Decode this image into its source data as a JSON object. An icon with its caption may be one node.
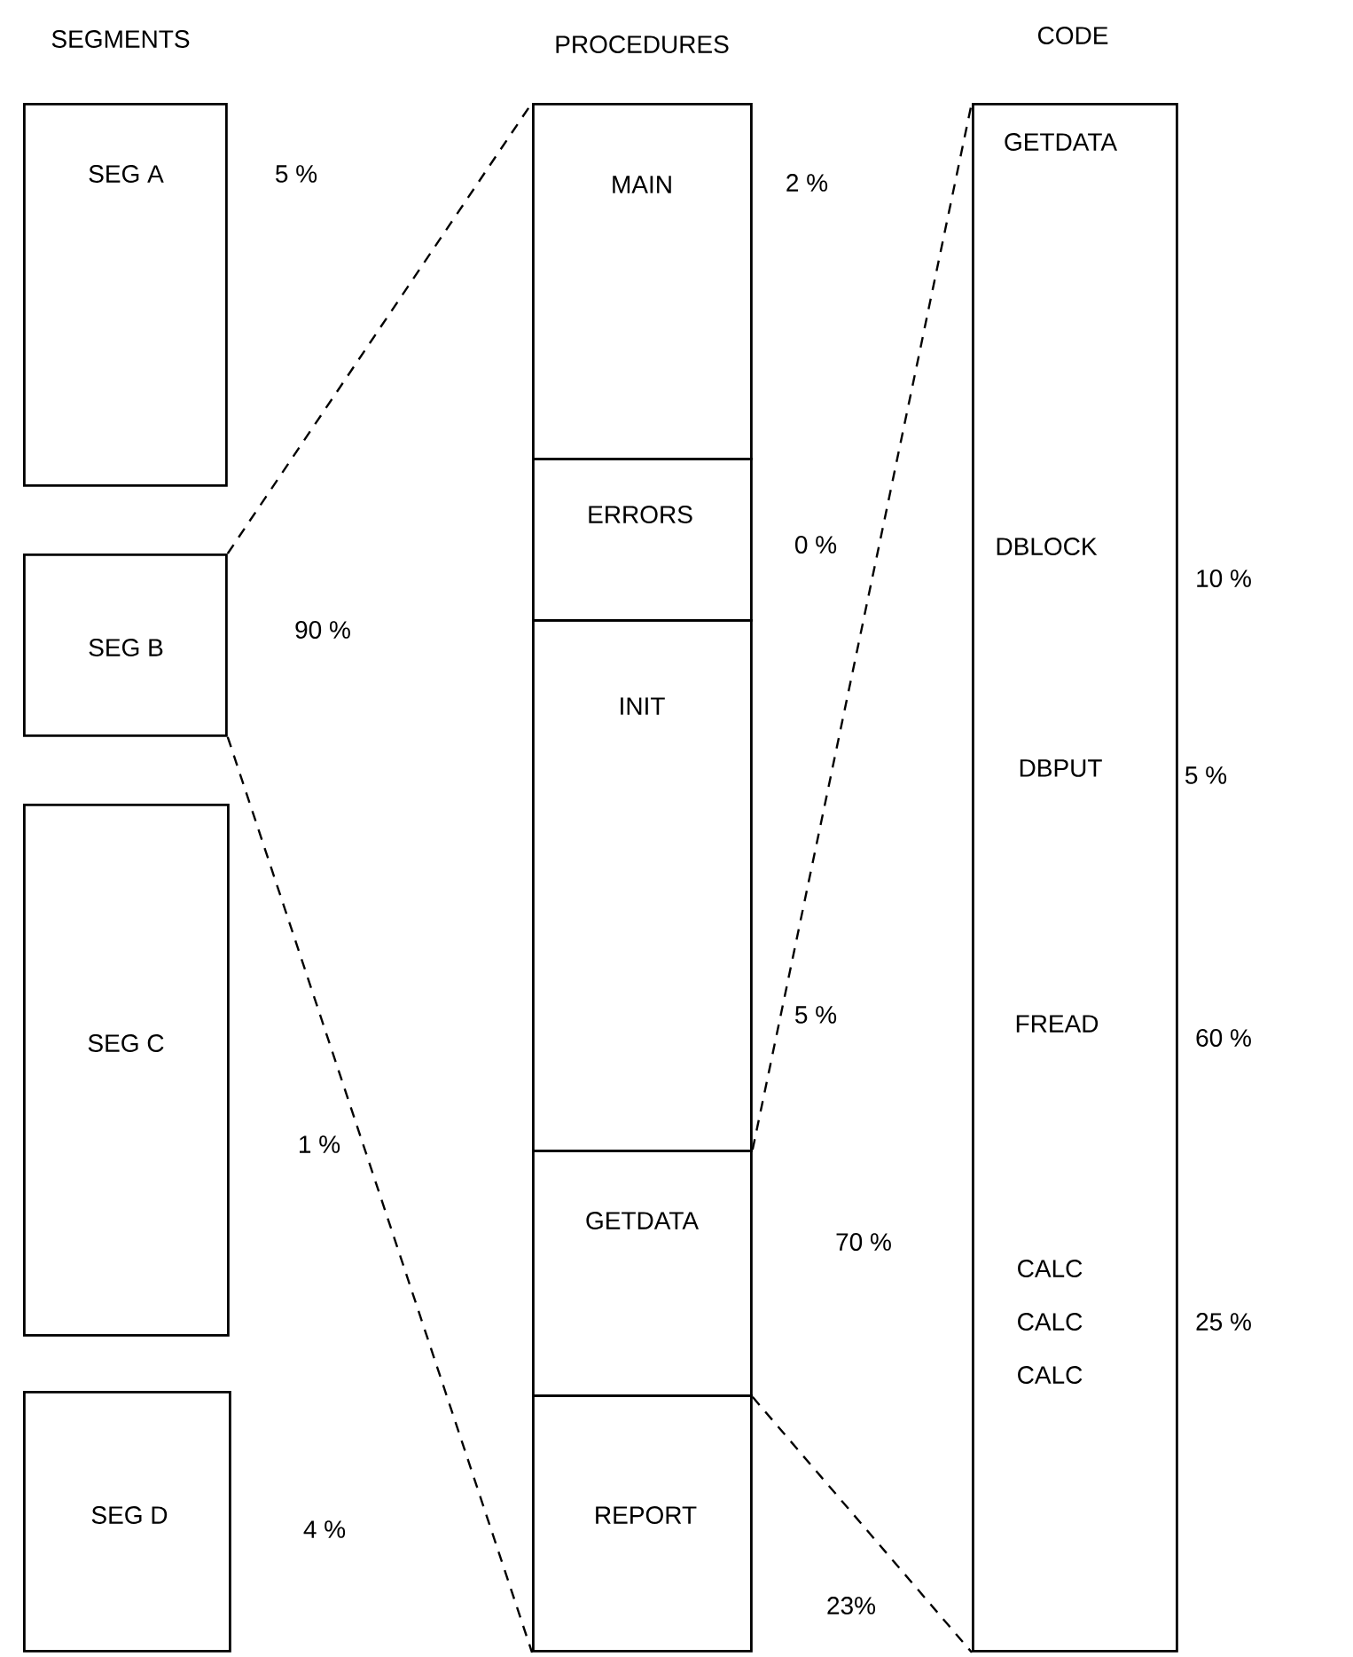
{
  "diagram": {
    "nodes": [
      {
        "text": [
          "SEG A"
        ],
        "beside": [
          "5 %"
        ]
      },
      {
        "text": [
          "SEG B"
        ],
        "beside": [
          "90 %"
        ]
      },
      {
        "text": [
          "SEG C"
        ],
        "beside": [
          "1 %"
        ]
      },
      {
        "text": [
          "SEG D"
        ],
        "beside": [
          "4 %"
        ]
      },
      {
        "text": [
          "MAIN"
        ],
        "beside": [
          "2 %"
        ]
      },
      {
        "text": [
          "ERRORS"
        ],
        "beside": [
          "0 %"
        ]
      },
      {
        "text": [
          "INIT"
        ],
        "beside": [
          "5 %"
        ]
      },
      {
        "text": [
          "GETDATA"
        ],
        "beside": [
          "70 %"
        ]
      },
      {
        "text": [
          "REPORT"
        ],
        "beside": [
          "23%"
        ]
      },
      {
        "text": [
          "GETDATA",
          "DBLOCK",
          "DBPUT",
          "FREAD",
          "CALC",
          "CALC",
          "CALC"
        ]
      }
    ],
    "edges": [
      {
        "from": 1,
        "to": 4,
        "arrow": "none",
        "style": "dashed"
      },
      {
        "from": 1,
        "to": 8,
        "arrow": "none",
        "style": "dashed"
      },
      {
        "from": 7,
        "to": 9,
        "arrow": "none",
        "style": "dashed"
      },
      {
        "from": 7,
        "to": 9,
        "arrow": "none",
        "style": "dashed"
      }
    ],
    "labels": [
      "SEGMENTS",
      "PROCEDURES",
      "CODE",
      "10 %",
      "5 %",
      "60 %",
      "25 %"
    ]
  }
}
